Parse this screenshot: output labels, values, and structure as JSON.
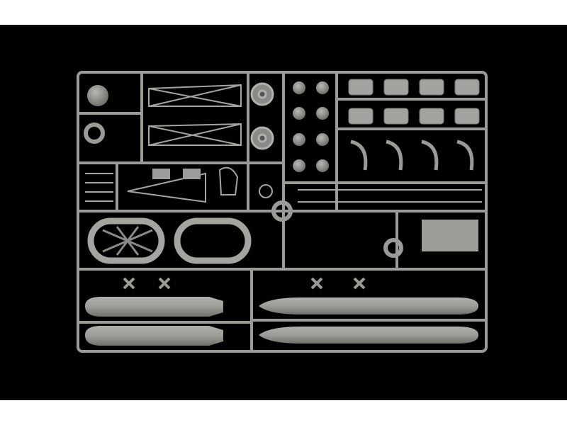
{
  "image": {
    "subject": "sprue",
    "colors": {
      "background": "#000000",
      "border": "#ffffff",
      "plastic": "#9a9a97",
      "plastic_shadow": "#6e6e6b",
      "plastic_light": "#b4b4b0"
    }
  },
  "parts": [
    "torpedo",
    "torpedo",
    "torpedo",
    "torpedo",
    "life-ring-oval",
    "life-ring-oval",
    "drum",
    "wheel",
    "frame",
    "propeller"
  ]
}
